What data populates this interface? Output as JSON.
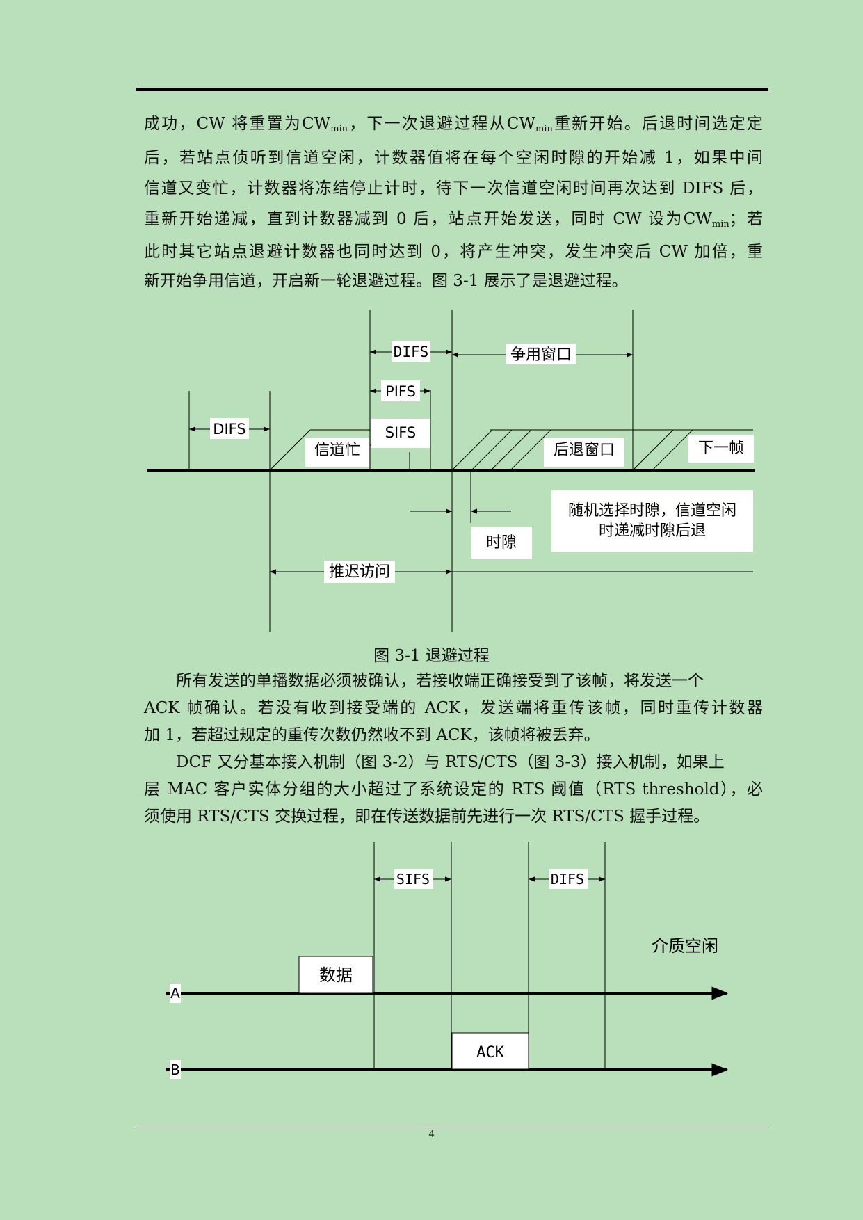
{
  "paragraph1": {
    "l1a": "成功，CW 将重置为CW",
    "l1b": "min",
    "l1c": "，下一次退避过程从CW",
    "l1d": "min",
    "l1e": "重新开始。后退时间选定定",
    "l2": "后，若站点侦听到信道空闲，计数器值将在每个空闲时隙的开始减 1，如果中间",
    "l3": "信道又变忙，计数器将冻结停止计时，待下一次信道空闲时间再次达到 DIFS 后，",
    "l4a": "重新开始递减，直到计数器减到 0 后，站点开始发送，同时 CW 设为CW",
    "l4b": "min",
    "l4c": "；若",
    "l5": "此时其它站点退避计数器也同时达到 0，将产生冲突，发生冲突后 CW 加倍，重",
    "l6": "新开始争用信道，开启新一轮退避过程。图 3-1 展示了是退避过程。"
  },
  "figure1": {
    "caption": "图 3-1  退避过程",
    "labels": {
      "difs_top": "DIFS",
      "contention_window": "争用窗口",
      "pifs": "PIFS",
      "difs_left": "DIFS",
      "sifs": "SIFS",
      "channel_busy": "信道忙",
      "backoff_window": "后退窗口",
      "next_frame": "下一帧",
      "slot_note_1": "随机选择时隙，信道空闲",
      "slot_note_2": "时递减时隙后退",
      "slot": "时隙",
      "defer_access": "推迟访问"
    }
  },
  "paragraph2": {
    "l1": "所有发送的单播数据必须被确认，若接收端正确接受到了该帧，将发送一个",
    "l2": "ACK 帧确认。若没有收到接受端的 ACK，发送端将重传该帧，同时重传计数器",
    "l3": "加 1，若超过规定的重传次数仍然收不到 ACK，该帧将被丢弃。",
    "l4": "DCF 又分基本接入机制（图 3-2）与 RTS/CTS（图 3-3）接入机制，如果上",
    "l5": "层 MAC 客户实体分组的大小超过了系统设定的 RTS 阈值（RTS threshold），必",
    "l6": "须使用 RTS/CTS 交换过程，即在传送数据前先进行一次 RTS/CTS 握手过程。"
  },
  "figure2": {
    "labels": {
      "sifs": "SIFS",
      "difs": "DIFS",
      "medium_idle": "介质空闲",
      "data": "数据",
      "ack": "ACK",
      "station_a": "A",
      "station_b": "B"
    }
  },
  "page_number": "4"
}
